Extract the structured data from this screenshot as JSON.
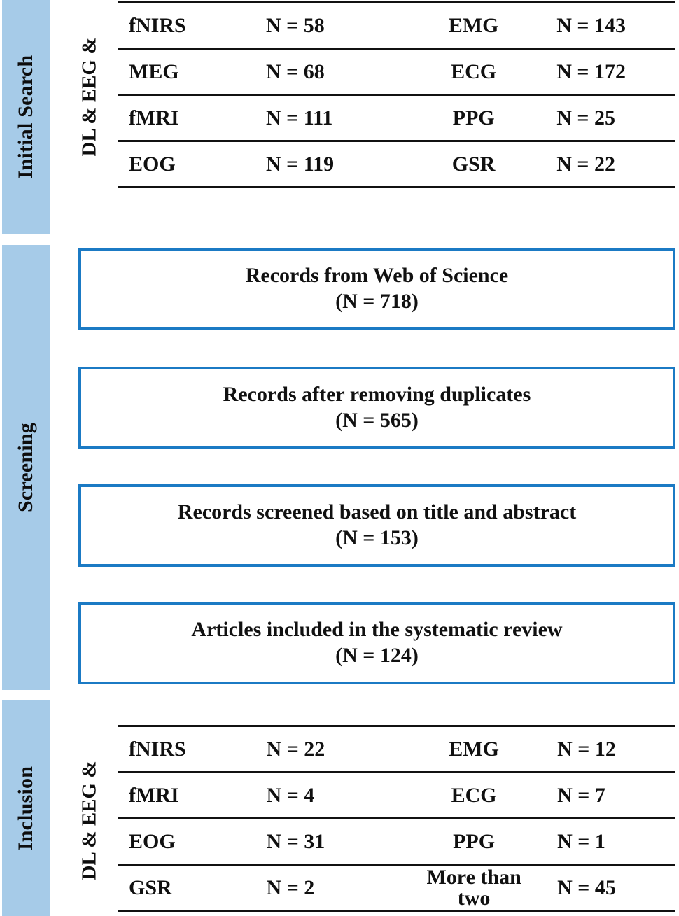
{
  "diagram": {
    "type": "prisma-flow-diagram",
    "accent_color": "#1b7ac4",
    "stage_bar_color": "#a6cbe8"
  },
  "stages": [
    {
      "id": "initial-search",
      "label": "Initial Search"
    },
    {
      "id": "screening",
      "label": "Screening"
    },
    {
      "id": "inclusion",
      "label": "Inclusion"
    }
  ],
  "initial_search": {
    "side_label": "DL & EEG &",
    "rows": [
      {
        "modality_a": "fNIRS",
        "count_a": "N = 58",
        "modality_b": "EMG",
        "count_b": "N = 143"
      },
      {
        "modality_a": "MEG",
        "count_a": "N = 68",
        "modality_b": "ECG",
        "count_b": "N = 172"
      },
      {
        "modality_a": "fMRI",
        "count_a": "N = 111",
        "modality_b": "PPG",
        "count_b": "N = 25"
      },
      {
        "modality_a": "EOG",
        "count_a": "N = 119",
        "modality_b": "GSR",
        "count_b": "N = 22"
      }
    ]
  },
  "screening": {
    "boxes": [
      {
        "id": "records-web-of-science",
        "title": "Records from Web of Science",
        "count": "(N = 718)"
      },
      {
        "id": "records-after-dedup",
        "title": "Records after removing duplicates",
        "count": "(N = 565)"
      },
      {
        "id": "records-screened",
        "title": "Records screened based on title and abstract",
        "count": "(N = 153)"
      },
      {
        "id": "articles-included",
        "title": "Articles included in the systematic review",
        "count": "(N = 124)"
      }
    ]
  },
  "inclusion": {
    "side_label": "DL & EEG &",
    "rows": [
      {
        "modality_a": "fNIRS",
        "count_a": "N = 22",
        "modality_b": "EMG",
        "count_b": "N = 12"
      },
      {
        "modality_a": "fMRI",
        "count_a": "N = 4",
        "modality_b": "ECG",
        "count_b": "N = 7"
      },
      {
        "modality_a": "EOG",
        "count_a": "N = 31",
        "modality_b": "PPG",
        "count_b": "N = 1"
      },
      {
        "modality_a": "GSR",
        "count_a": "N = 2",
        "modality_b": "More than two",
        "count_b": "N = 45"
      }
    ]
  }
}
